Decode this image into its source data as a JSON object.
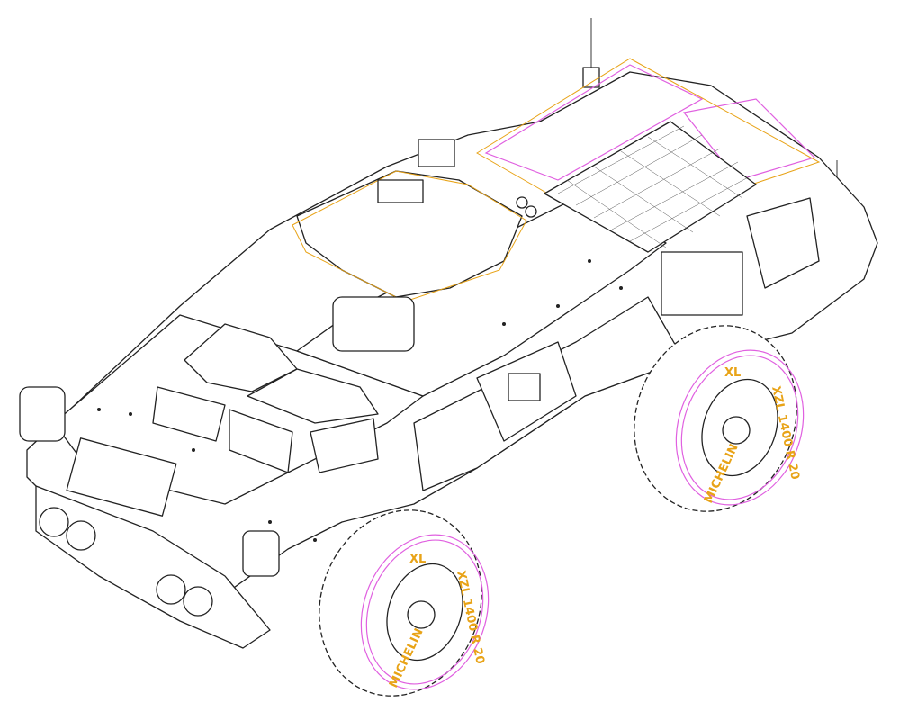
{
  "colors": {
    "outline": "#222222",
    "accent_orange": "#e8a317",
    "accent_pink": "#e060e0",
    "background": "#ffffff"
  },
  "tires": [
    {
      "brand": "MICHELIN",
      "size": "XZL 1400 R 20",
      "mark": "XL"
    },
    {
      "brand": "MICHELIN",
      "size": "XZL 1400 R 20",
      "mark": "XL"
    }
  ]
}
